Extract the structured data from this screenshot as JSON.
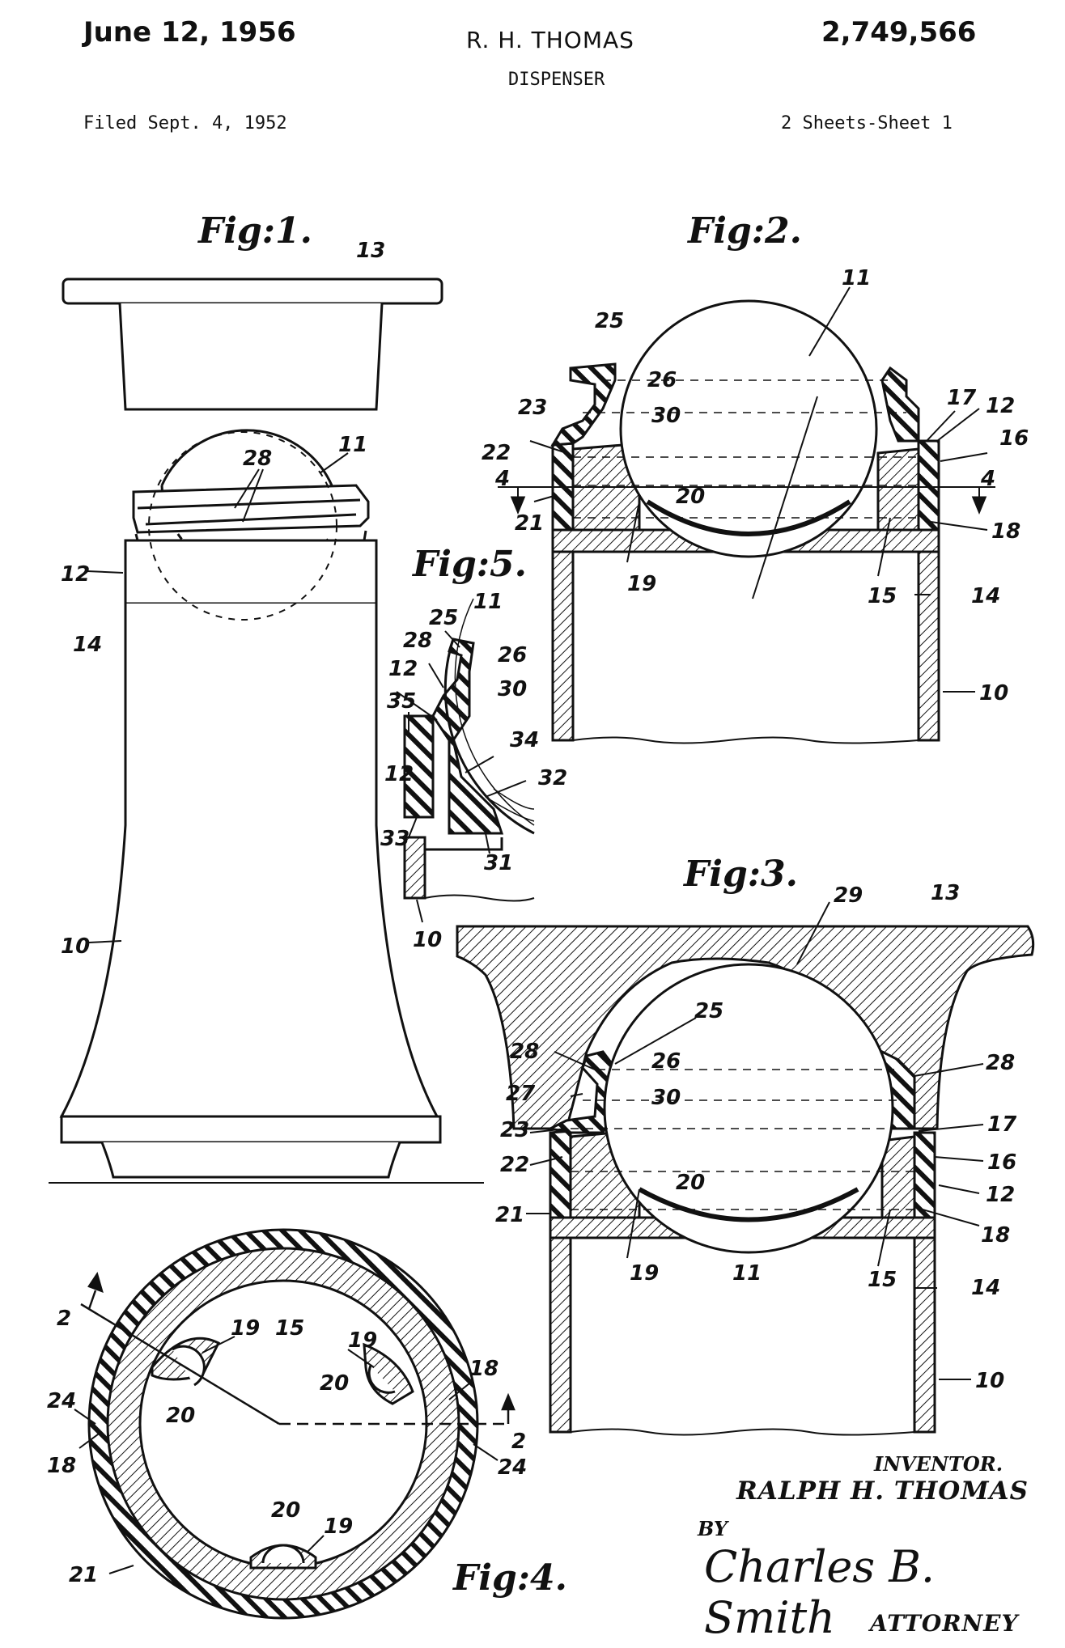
{
  "header": {
    "date": "June 12, 1956",
    "inventor_name": "R. H. THOMAS",
    "title": "DISPENSER",
    "patent_number": "2,749,566",
    "filed": "Filed Sept. 4, 1952",
    "sheets": "2 Sheets-Sheet 1"
  },
  "figures": {
    "fig1": "Fig:1.",
    "fig2": "Fig:2.",
    "fig3": "Fig:3.",
    "fig4": "Fig:4.",
    "fig5": "Fig:5."
  },
  "refs": {
    "fig1": [
      "13",
      "11",
      "28",
      "12",
      "14",
      "10"
    ],
    "fig2": [
      "11",
      "25",
      "26",
      "23",
      "30",
      "17",
      "12",
      "16",
      "22",
      "4",
      "4",
      "20",
      "21",
      "18",
      "19",
      "15",
      "14",
      "10"
    ],
    "fig3": [
      "29",
      "13",
      "25",
      "28",
      "26",
      "28",
      "27",
      "30",
      "23",
      "17",
      "22",
      "16",
      "20",
      "12",
      "21",
      "18",
      "19",
      "11",
      "15",
      "14",
      "10"
    ],
    "fig4": [
      "2",
      "19",
      "15",
      "19",
      "18",
      "24",
      "20",
      "20",
      "18",
      "2",
      "24",
      "20",
      "19",
      "21"
    ],
    "fig5": [
      "11",
      "25",
      "28",
      "26",
      "12",
      "30",
      "35",
      "34",
      "12",
      "32",
      "33",
      "31",
      "10"
    ]
  },
  "signature": {
    "inventor_label": "INVENTOR.",
    "inventor": "RALPH H. THOMAS",
    "by": "BY",
    "attorney_signature": "Charles B. Smith",
    "attorney_label": "ATTORNEY"
  }
}
